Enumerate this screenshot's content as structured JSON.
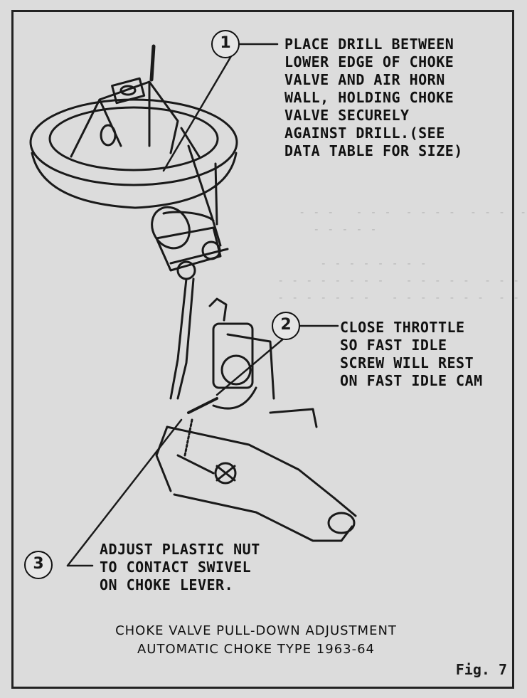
{
  "callouts": [
    {
      "number": "1",
      "text": "PLACE DRILL BETWEEN\nLOWER EDGE OF CHOKE\nVALVE AND AIR HORN\nWALL, HOLDING CHOKE\nVALVE SECURELY\nAGAINST DRILL.(SEE\nDATA TABLE FOR SIZE)"
    },
    {
      "number": "2",
      "text": "CLOSE THROTTLE\nSO FAST IDLE\nSCREW WILL REST\nON FAST IDLE CAM"
    },
    {
      "number": "3",
      "text": "ADJUST PLASTIC NUT\nTO CONTACT SWIVEL\nON CHOKE LEVER."
    }
  ],
  "caption": {
    "line1": "CHOKE VALVE PULL-DOWN ADJUSTMENT",
    "line2": "AUTOMATIC CHOKE TYPE 1963-64"
  },
  "figure_label": "Fig. 7"
}
